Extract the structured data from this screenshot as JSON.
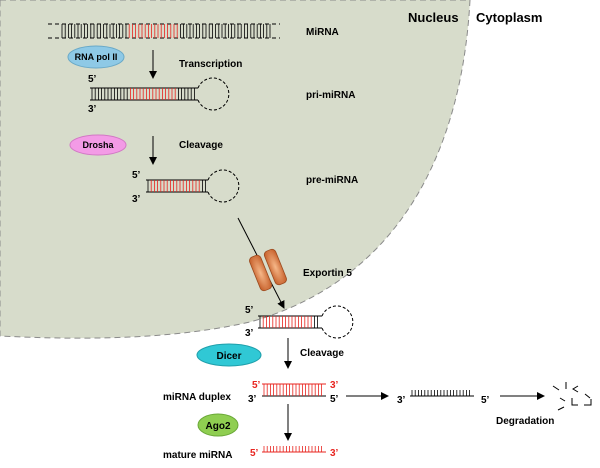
{
  "compartments": {
    "nucleus": "Nucleus",
    "cytoplasm": "Cytoplasm"
  },
  "stages": {
    "mirna_gene": "MiRNA",
    "pri": "pri-miRNA",
    "pre": "pre-miRNA",
    "duplex": "miRNA duplex",
    "mature": "mature miRNA"
  },
  "steps": {
    "transcription": "Transcription",
    "cleavage_nucleus": "Cleavage",
    "export": "Exportin 5",
    "cleavage_cytoplasm": "Cleavage",
    "degradation": "Degradation"
  },
  "enzymes": {
    "rna_pol": "RNA pol II",
    "drosha": "Drosha",
    "dicer": "Dicer",
    "ago2": "Ago2"
  },
  "ends": {
    "five": "5’",
    "three": "3’"
  },
  "colors": {
    "nucleus_fill": "#d7dccb",
    "red_strand": "#e8241f",
    "rna_pol": "#8ec9e6",
    "drosha": "#f39be6",
    "dicer": "#30c8d5",
    "ago2": "#8fce51",
    "exportin": "#e58a4f"
  }
}
